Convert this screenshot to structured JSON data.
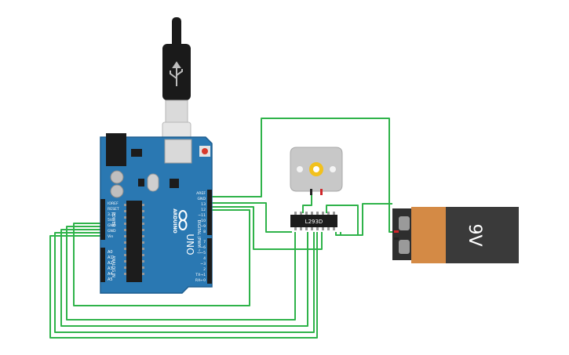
{
  "colors": {
    "wire": "#2fb34a",
    "board": "#2a78b2",
    "board_dark": "#1f5f90",
    "header": "#1c1c1c",
    "battery_body": "#d48a45",
    "battery_label": "#3a3a3a",
    "motor_body": "#c8c8c8",
    "motor_gear": "#f2c11d",
    "usb_plug": "#1a1a1a",
    "lead_red": "#d0262a",
    "lead_black": "#222222"
  },
  "arduino": {
    "brand_text": "ARDUINO",
    "model_text": "UNO",
    "digital_label": "DIGITAL (PWM ~)",
    "power_label": "POWER",
    "analog_label": "ANALOG IN",
    "power_pins": [
      "IOREF",
      "RESET",
      "3.3V",
      "5V",
      "GND",
      "GND",
      "Vin"
    ],
    "analog_pins": [
      "A0",
      "A1",
      "A2",
      "A3",
      "A4",
      "A5"
    ],
    "digital_pins_upper": [
      "AREF",
      "GND",
      "13",
      "12",
      "~11",
      "~10",
      "~9",
      "8"
    ],
    "digital_pins_lower": [
      "7",
      "~6",
      "~5",
      "4",
      "~3",
      "2",
      "TX→1",
      "RX←0"
    ]
  },
  "driver_ic": {
    "label": "L293D"
  },
  "battery": {
    "label": "9V"
  },
  "motor": {
    "icon": "dc-motor-icon"
  },
  "usb": {
    "icon": "usb-icon"
  }
}
